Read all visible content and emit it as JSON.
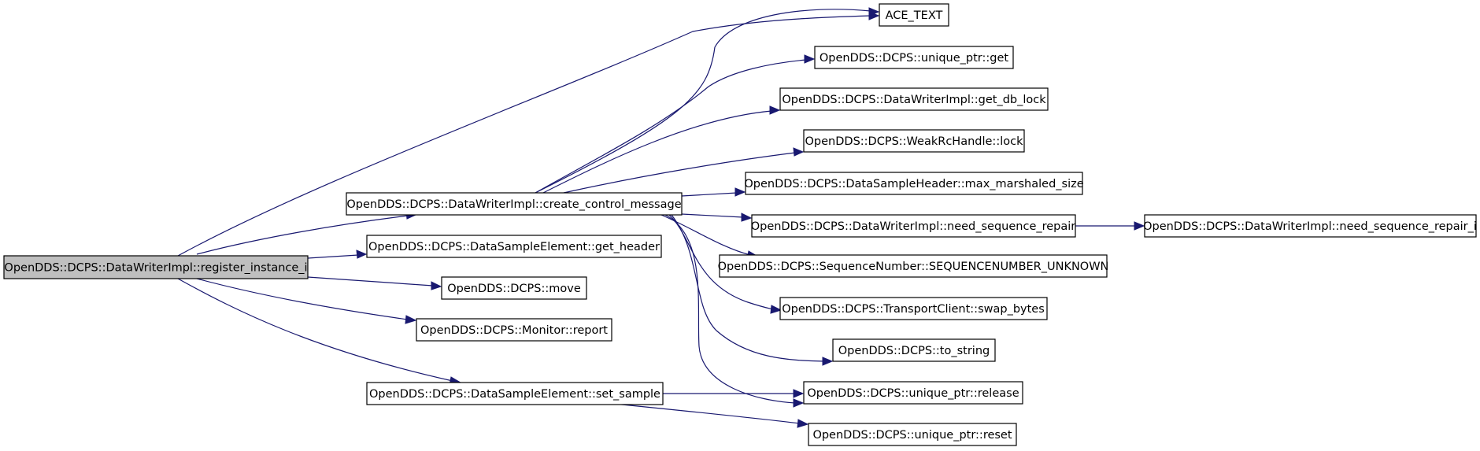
{
  "graph": {
    "colors": {
      "node_fill": "#ffffff",
      "root_fill": "#bfbfbf",
      "edge": "#191970"
    },
    "nodes": {
      "register_instance_i": "OpenDDS::DCPS::DataWriterImpl::register_instance_i",
      "create_control_message": "OpenDDS::DCPS::DataWriterImpl::create_control_message",
      "get_header": "OpenDDS::DCPS::DataSampleElement::get_header",
      "move": "OpenDDS::DCPS::move",
      "report": "OpenDDS::DCPS::Monitor::report",
      "set_sample": "OpenDDS::DCPS::DataSampleElement::set_sample",
      "ace_text": "ACE_TEXT",
      "unique_ptr_get": "OpenDDS::DCPS::unique_ptr::get",
      "get_db_lock": "OpenDDS::DCPS::DataWriterImpl::get_db_lock",
      "weak_lock": "OpenDDS::DCPS::WeakRcHandle::lock",
      "max_marshaled_size": "OpenDDS::DCPS::DataSampleHeader::max_marshaled_size",
      "need_sequence_repair": "OpenDDS::DCPS::DataWriterImpl::need_sequence_repair",
      "seq_unknown": "OpenDDS::DCPS::SequenceNumber::SEQUENCENUMBER_UNKNOWN",
      "swap_bytes": "OpenDDS::DCPS::TransportClient::swap_bytes",
      "to_string": "OpenDDS::DCPS::to_string",
      "unique_ptr_release": "OpenDDS::DCPS::unique_ptr::release",
      "unique_ptr_reset": "OpenDDS::DCPS::unique_ptr::reset",
      "need_sequence_repair_i": "OpenDDS::DCPS::DataWriterImpl::need_sequence_repair_i"
    }
  }
}
